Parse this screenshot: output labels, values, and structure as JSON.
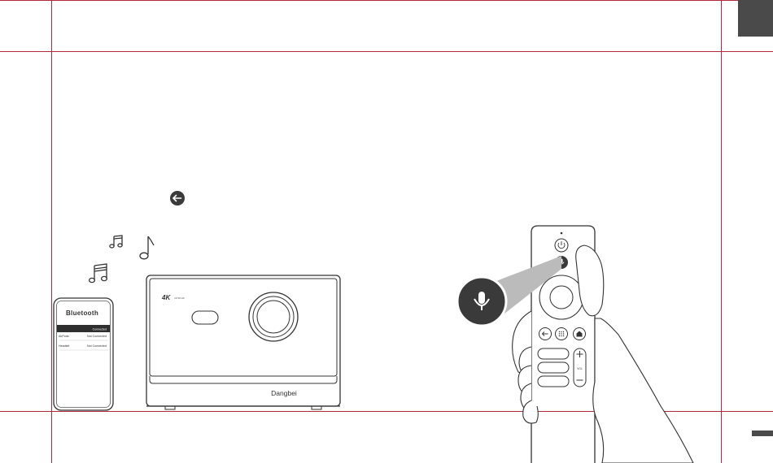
{
  "colors": {
    "guide_line": "#b22a3a",
    "page_tab": "#4a4a4a",
    "ink": "#333333",
    "dark_button": "#3a3a3a"
  },
  "icons": [
    "back-arrow-icon",
    "music-note-icon",
    "microphone-icon",
    "power-icon",
    "home-icon",
    "apps-grid-icon"
  ],
  "phone": {
    "title": "Bluetooth",
    "status_connected": "Connected",
    "devices": [
      {
        "name": "AirPods",
        "status": "Not Connected"
      },
      {
        "name": "Headset",
        "status": "Not Connected"
      }
    ]
  },
  "projector": {
    "badge": "4K",
    "badge_sub": "ULTRA HD",
    "brand": "Dangbei"
  },
  "remote": {
    "vol_label": "VOL"
  }
}
